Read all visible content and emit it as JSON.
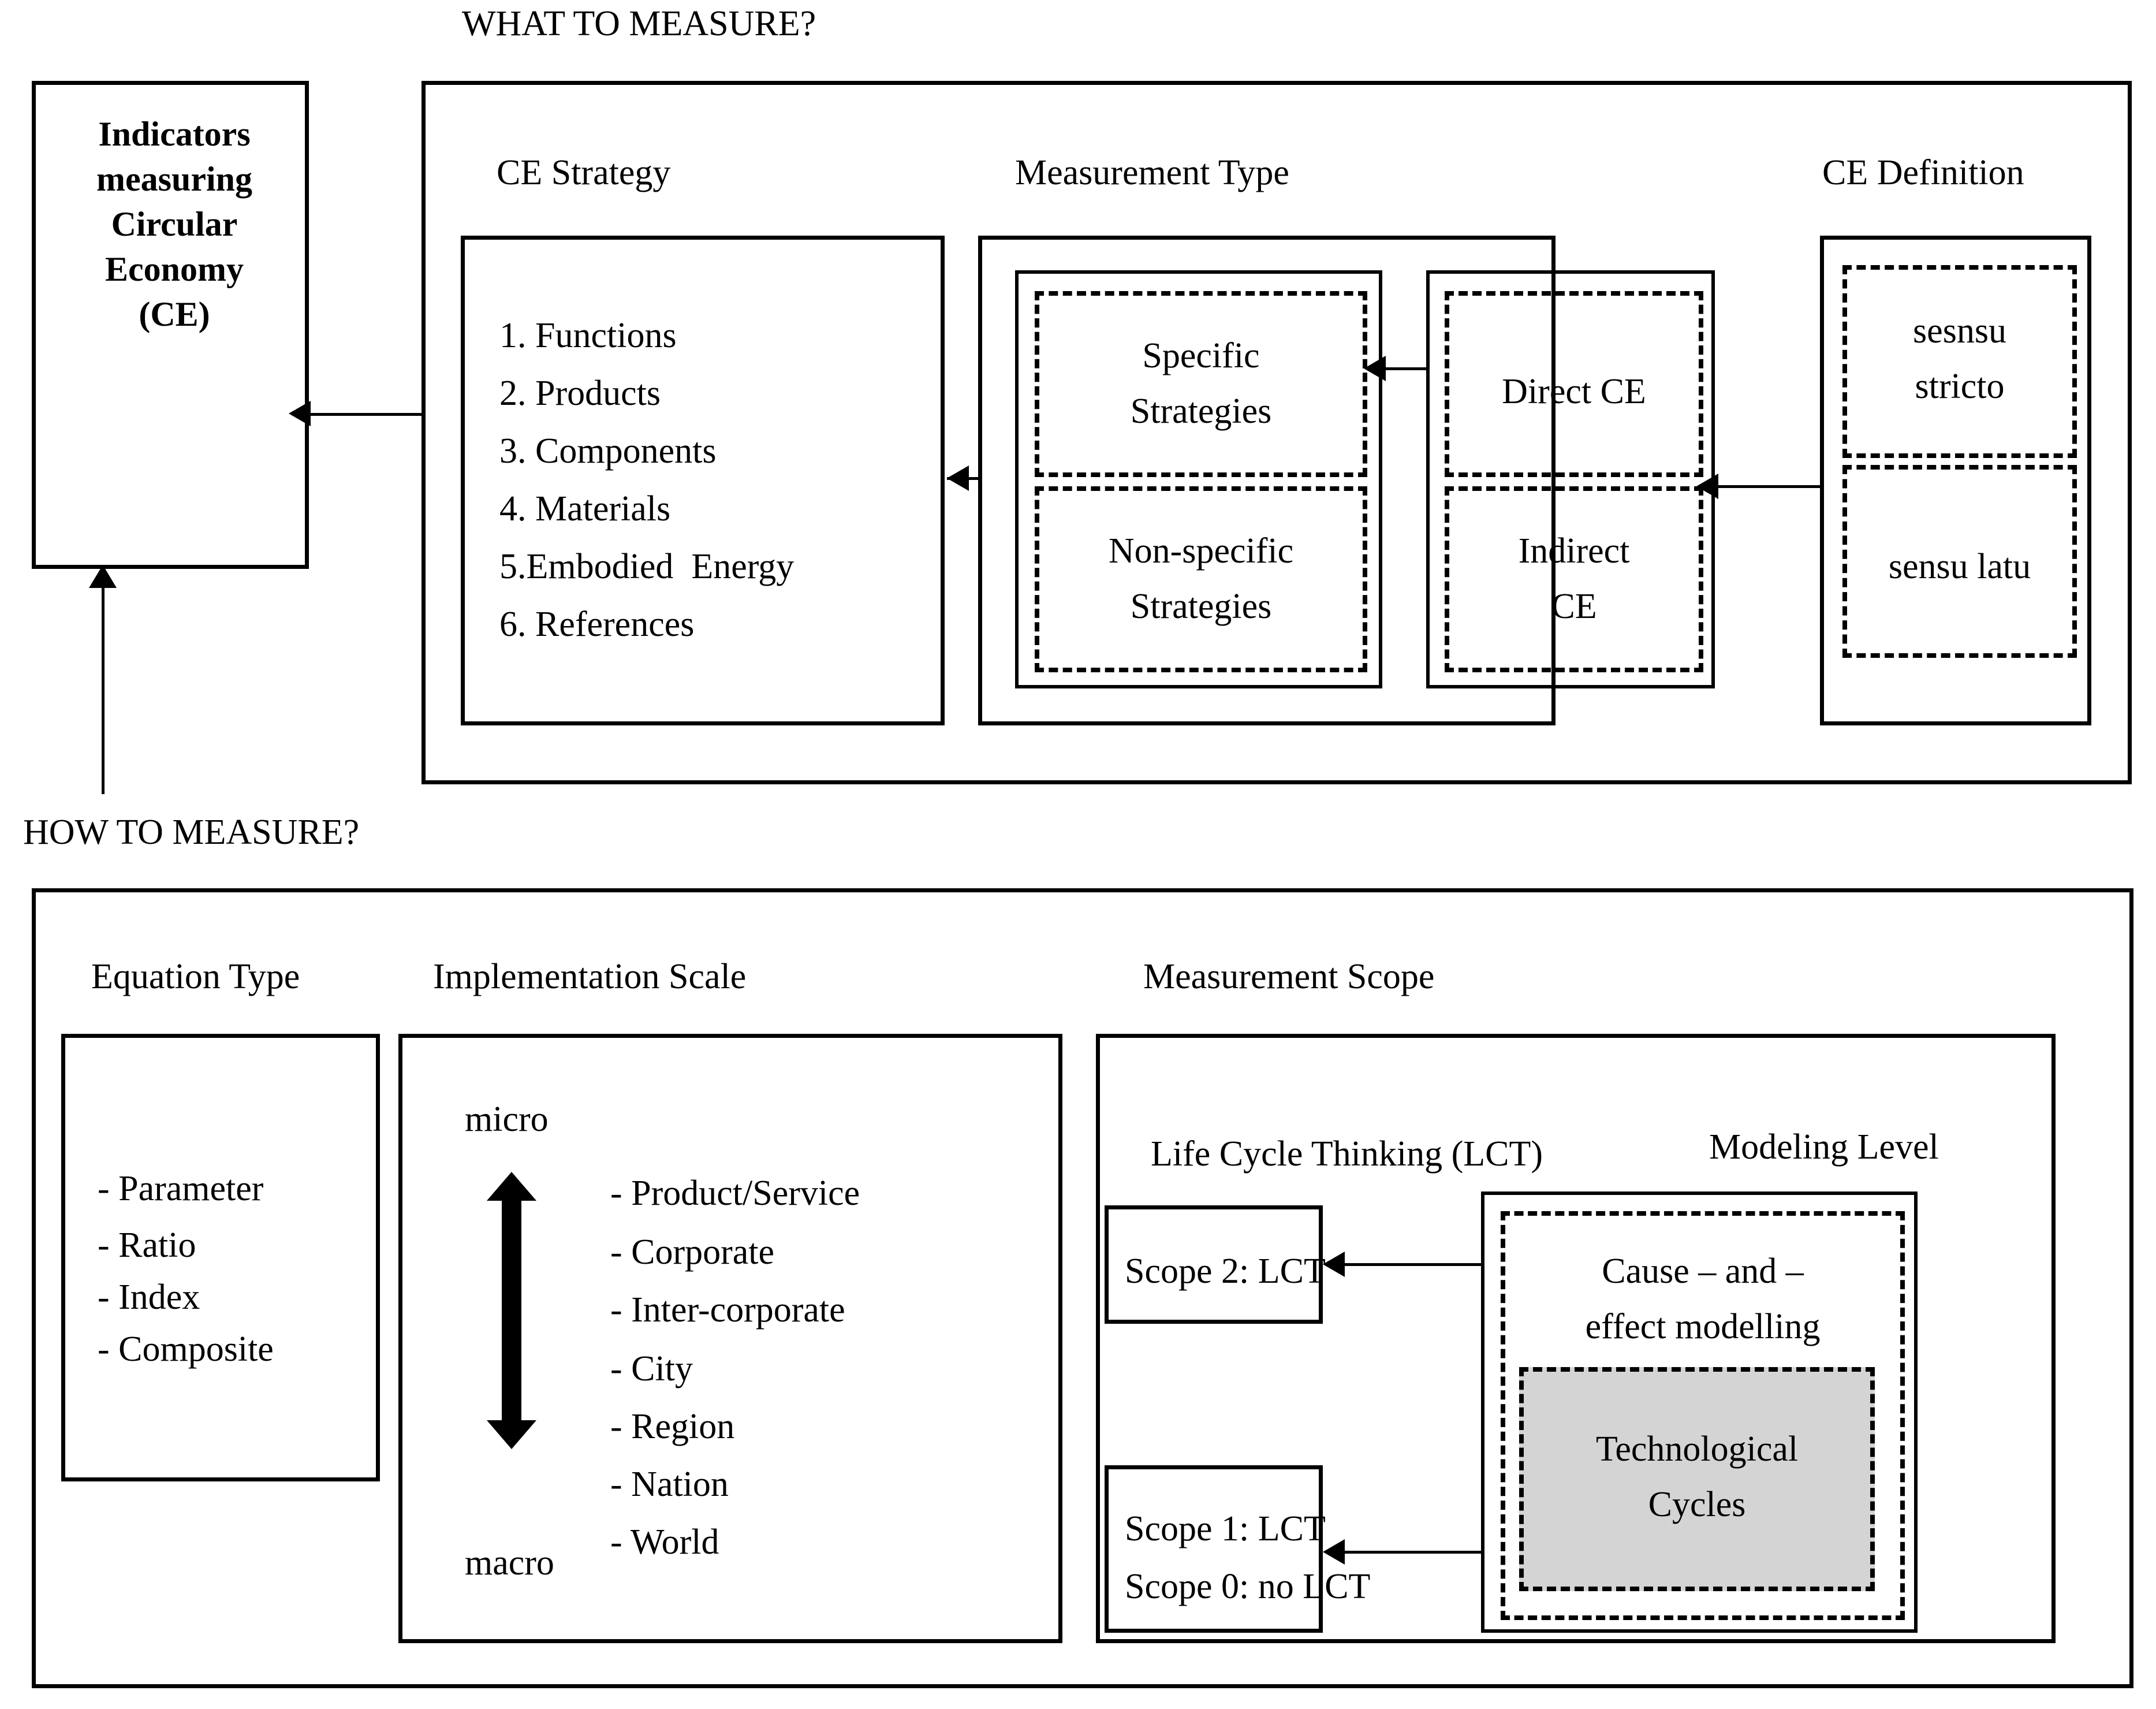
{
  "diagram": {
    "top_section_caption": "WHAT TO MEASURE?",
    "bottom_section_caption": "HOW TO MEASURE?"
  },
  "root": {
    "label": "Indicators\nmeasuring\nCircular\nEconomy\n(CE)"
  },
  "what_to_measure": {
    "ce_strategy": {
      "title": "CE Strategy",
      "items": [
        "1. Functions",
        "2. Products",
        "3. Components",
        "4. Materials",
        "5.Embodied  Energy",
        "6. References"
      ]
    },
    "measurement_type": {
      "title": "Measurement Type",
      "strategy_group": [
        "Specific\nStrategies",
        "Non-specific\nStrategies"
      ],
      "directness_group": [
        "Direct CE",
        "Indirect\nCE"
      ]
    },
    "ce_definition": {
      "title": "CE Definition",
      "items": [
        "sesnsu\nstricto",
        "sensu latu"
      ]
    }
  },
  "how_to_measure": {
    "equation_type": {
      "title": "Equation Type",
      "items": [
        "- Parameter",
        "- Ratio",
        "- Index",
        "- Composite"
      ]
    },
    "implementation_scale": {
      "title": "Implementation Scale",
      "axis_top_label": "micro",
      "axis_bottom_label": "macro",
      "items": [
        "- Product/Service",
        "- Corporate",
        "- Inter-corporate",
        "- City",
        "- Region",
        "- Nation",
        "- World"
      ]
    },
    "measurement_scope": {
      "title": "Measurement Scope",
      "lct": {
        "title": "Life Cycle Thinking (LCT)",
        "scope_high": "Scope 2: LCT",
        "scope_low_line1": "Scope 1: LCT",
        "scope_low_line2": "Scope 0: no LCT"
      },
      "modeling_level": {
        "title": "Modeling Level",
        "cause_effect": "Cause – and –\neffect modelling",
        "technological_cycles": "Technological\nCycles"
      }
    }
  },
  "colors": {
    "stroke": "#000000",
    "background": "#ffffff",
    "highlight_fill": "#d4d4d4"
  }
}
